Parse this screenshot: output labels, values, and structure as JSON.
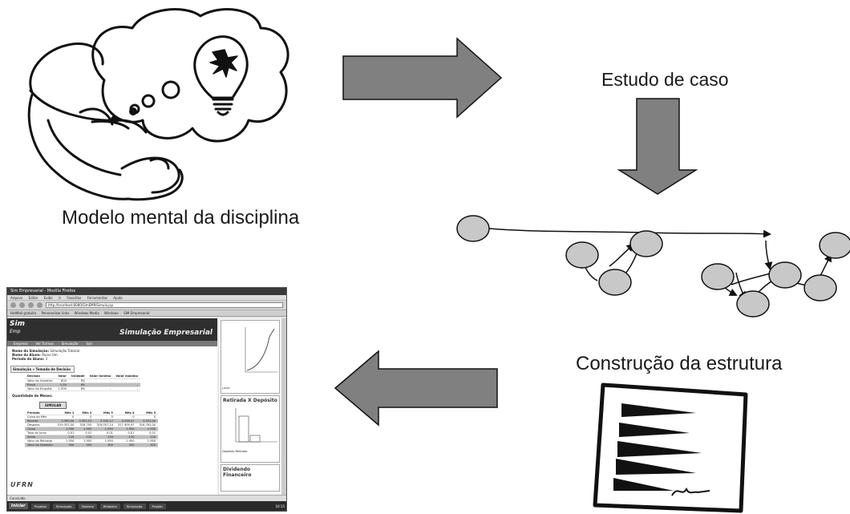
{
  "labels": {
    "mental_model": "Modelo mental da disciplina",
    "case_study": "Estudo de caso",
    "structure": "Construção da estrutura"
  },
  "colors": {
    "arrow_fill": "#808080",
    "node_fill": "#c8c8c8",
    "stroke": "#111111"
  },
  "screenshot": {
    "window_title": "Sim Empresarial - Mozilla Firefox",
    "menu": [
      "Arquivo",
      "Editar",
      "Exibir",
      "Ir",
      "Favoritos",
      "Ferramentas",
      "Ajuda"
    ],
    "address": "http://localhost:8080/SimEMP/Simula.jsp",
    "bookmarks": [
      "HotMail gratuito",
      "Personalizar links",
      "Windows Media",
      "Windows",
      "SIM Empresarial"
    ],
    "logo_top": "Sim",
    "logo_bottom": "Emp",
    "banner_title": "Simulação Empresarial",
    "tabs": [
      "Empresa",
      "Ver Turmas",
      "Simulação",
      "Sair"
    ],
    "info": {
      "sim_name_label": "Nome da Simulação:",
      "sim_name": "Simulação Tutorial",
      "student_label": "Nome do Aluno:",
      "student": "Aluno Um",
      "period_label": "Período do Aluno:",
      "period": "3"
    },
    "section_title": "Simulação » Tomada de Decisão",
    "decision_headers": [
      "Decisão",
      "Valor",
      "Unidade",
      "Valor mínimo",
      "Valor máximo"
    ],
    "decision_rows": [
      [
        "Valor do Investim.",
        "800",
        "R$",
        "-",
        "-"
      ],
      [
        "Preço",
        "1,50",
        "R$",
        "-",
        "-"
      ],
      [
        "Valor do Emprést.",
        "1.500",
        "R$",
        "-",
        "-"
      ]
    ],
    "quantity_label": "Quantidade de Meses:",
    "simulate_button": "SIMULAR",
    "result_headers": [
      "Período",
      "Mês 1",
      "Mês 2",
      "Mês 3",
      "Mês 4",
      "Mês 5"
    ],
    "result_rows": [
      [
        "Caixa do Mês",
        "0",
        "0",
        "0",
        "0",
        "0"
      ],
      [
        "Receita",
        "3.360,00",
        "3.352,51",
        "3.345,17",
        "3.338,01",
        "3.331,00"
      ],
      [
        "Despesa",
        "319.352,50",
        "318.705",
        "318.057,14",
        "317.409,97",
        "316.763,00"
      ],
      [
        "Caixa",
        "1.950",
        "1.950",
        "1.950",
        "1.950",
        "1.950"
      ],
      [
        "Taxa de Juros",
        "0,01",
        "0,01",
        "0,01",
        "0,01",
        "0,01"
      ],
      [
        "Saldo",
        "120",
        "120",
        "120",
        "120",
        "120"
      ],
      [
        "Valor da Retirada",
        "1.950",
        "1.950",
        "1.950",
        "1.950",
        "1.950"
      ],
      [
        "Valor do Depósito",
        "300",
        "300",
        "300",
        "300",
        "300"
      ]
    ],
    "footer_logos": "UFRN",
    "status": "Concluído",
    "start_button": "Iniciar",
    "taskbar_items": [
      "Projetos",
      "Simulação",
      "Sistema",
      "Relatório",
      "Simulação",
      "Projeto"
    ],
    "clock": "10:15",
    "side_panel_1_legend": "Lucro",
    "side_panel_2_title": "Retirada X Depósito",
    "side_panel_2_legend": [
      "Depósito",
      "Retirada"
    ],
    "side_panel_3_title": "Dividendo Financeiro"
  }
}
